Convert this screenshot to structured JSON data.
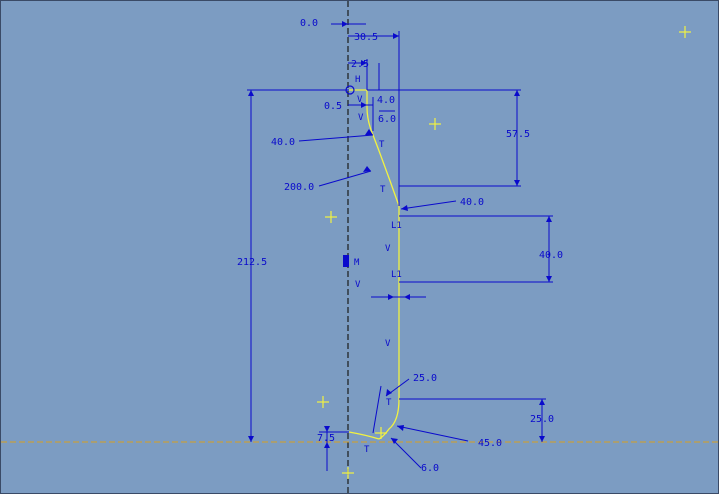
{
  "colors": {
    "background": "#7c9cc2",
    "dimension": "#0a0acc",
    "sketch_geometry": "#f2f240",
    "centerline": "#1a1a1a",
    "reference_line": "#d8a020",
    "datum_marker": "#f2f240"
  },
  "dimensions": {
    "d_0_0": "0.0",
    "d_30_5": "30.5",
    "d_2_5": "2.5",
    "d_0_5": "0.5",
    "d_4_0": "4.0",
    "d_6_0_top": "6.0",
    "d_40_0_left": "40.0",
    "d_57_5": "57.5",
    "d_200_0": "200.0",
    "d_40_0_right": "40.0",
    "d_40_0_vertical": "40.0",
    "d_212_5": "212.5",
    "d_25_0_top": "25.0",
    "d_25_0_right": "25.0",
    "d_7_5": "7.5",
    "d_45_0": "45.0",
    "d_6_0_bottom": "6.0"
  },
  "constraints": {
    "h1": "H",
    "v1": "V",
    "v2": "V",
    "t1": "T",
    "t2": "T",
    "l1": "L1",
    "v3": "V",
    "l2": "L1",
    "m1": "M",
    "v4": "V",
    "v5": "V",
    "t3": "T",
    "t4": "T"
  },
  "icons": {
    "datum_point": "datum-point-plus-icon",
    "midpoint_symbol": "midpoint-icon"
  }
}
